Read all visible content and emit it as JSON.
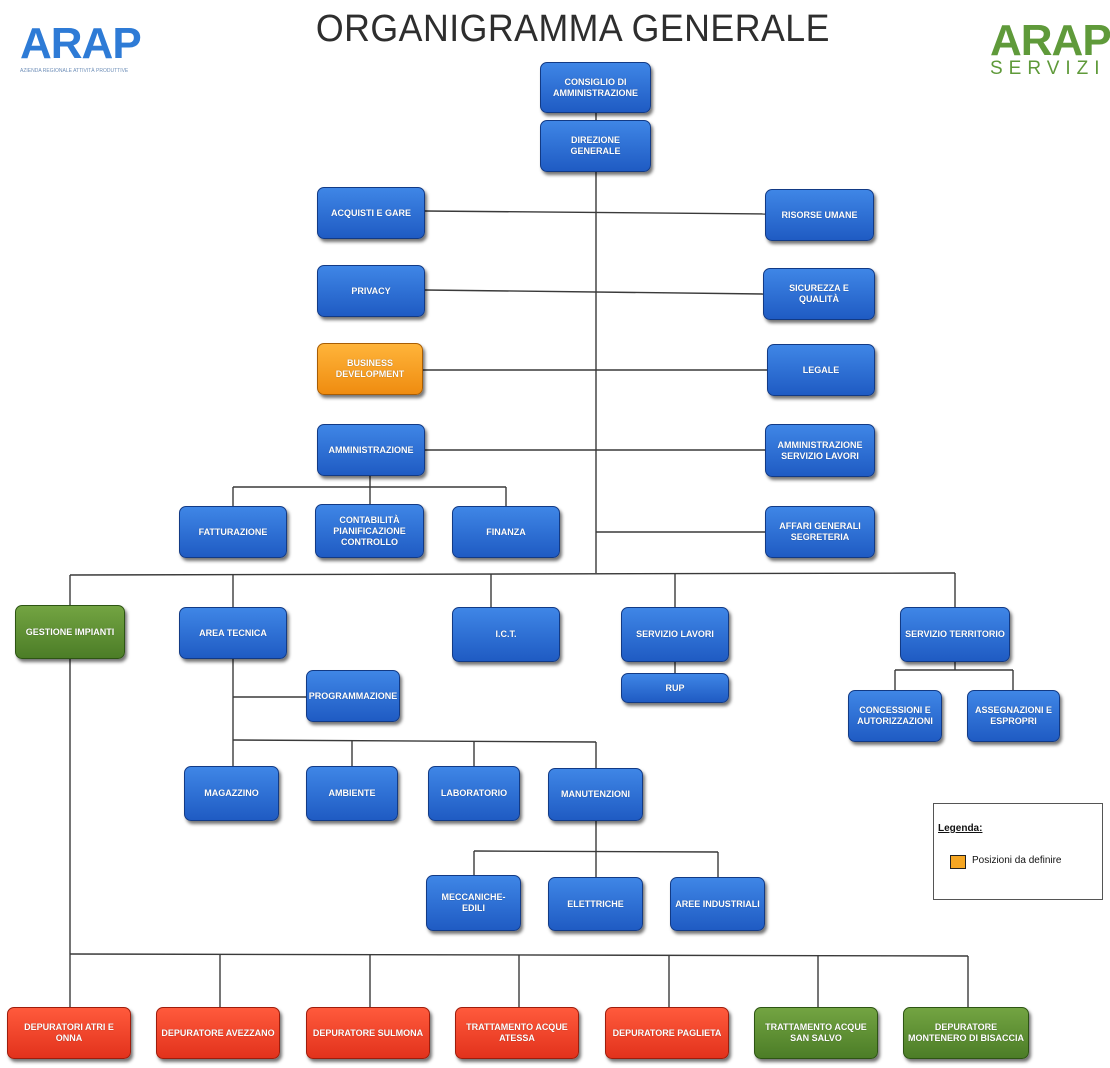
{
  "title": "ORGANIGRAMMA GENERALE",
  "logos": {
    "left": {
      "name": "ARAP",
      "tagline": "AZIENDA REGIONALE ATTIVITÀ PRODUTTIVE",
      "color": "#2e7bd6"
    },
    "right": {
      "name": "ARAP",
      "subname": "SERVIZI",
      "color": "#5f9a3a"
    }
  },
  "colors": {
    "blue": "#2a6fd6",
    "orange": "#f5a623",
    "green": "#5f8f33",
    "red": "#f04428"
  },
  "nodes": {
    "consiglio": "CONSIGLIO DI AMMINISTRAZIONE",
    "direzione": "DIREZIONE GENERALE",
    "acquisti": "ACQUISTI E GARE",
    "risorse": "RISORSE UMANE",
    "privacy": "PRIVACY",
    "sicurezza": "SICUREZZA E QUALITÀ",
    "business": "BUSINESS DEVELOPMENT",
    "legale": "LEGALE",
    "amministrazione": "AMMINISTRAZIONE",
    "amm_servizio": "AMMINISTRAZIONE SERVIZIO LAVORI",
    "fatturazione": "FATTURAZIONE",
    "contabilita": "CONTABILITÀ PIANIFICAZIONE CONTROLLO",
    "finanza": "FINANZA",
    "affari": "AFFARI GENERALI SEGRETERIA",
    "gestione": "GESTIONE IMPIANTI",
    "area_tecnica": "AREA TECNICA",
    "ict": "I.C.T.",
    "servizio_lavori": "SERVIZIO LAVORI",
    "rup": "RUP",
    "servizio_territorio": "SERVIZIO TERRITORIO",
    "programmazione": "PROGRAMMAZIONE",
    "concessioni": "CONCESSIONI E AUTORIZZAZIONI",
    "assegnazioni": "ASSEGNAZIONI E ESPROPRI",
    "magazzino": "MAGAZZINO",
    "ambiente": "AMBIENTE",
    "laboratorio": "LABORATORIO",
    "manutenzioni": "MANUTENZIONI",
    "meccaniche": "MECCANICHE-EDILI",
    "elettriche": "ELETTRICHE",
    "aree": "AREE INDUSTRIALI",
    "dep_atri": "DEPURATORI ATRI E ONNA",
    "dep_avezzano": "DEPURATORE AVEZZANO",
    "dep_sulmona": "DEPURATORE SULMONA",
    "tratt_atessa": "TRATTAMENTO ACQUE ATESSA",
    "dep_paglieta": "DEPURATORE PAGLIETA",
    "tratt_sansalvo": "TRATTAMENTO ACQUE SAN SALVO",
    "dep_montenero": "DEPURATORE MONTENERO DI BISACCIA"
  },
  "legend": {
    "title": "Legenda:",
    "items": [
      {
        "color": "#f5a623",
        "label": "Posizioni da definire"
      }
    ]
  }
}
